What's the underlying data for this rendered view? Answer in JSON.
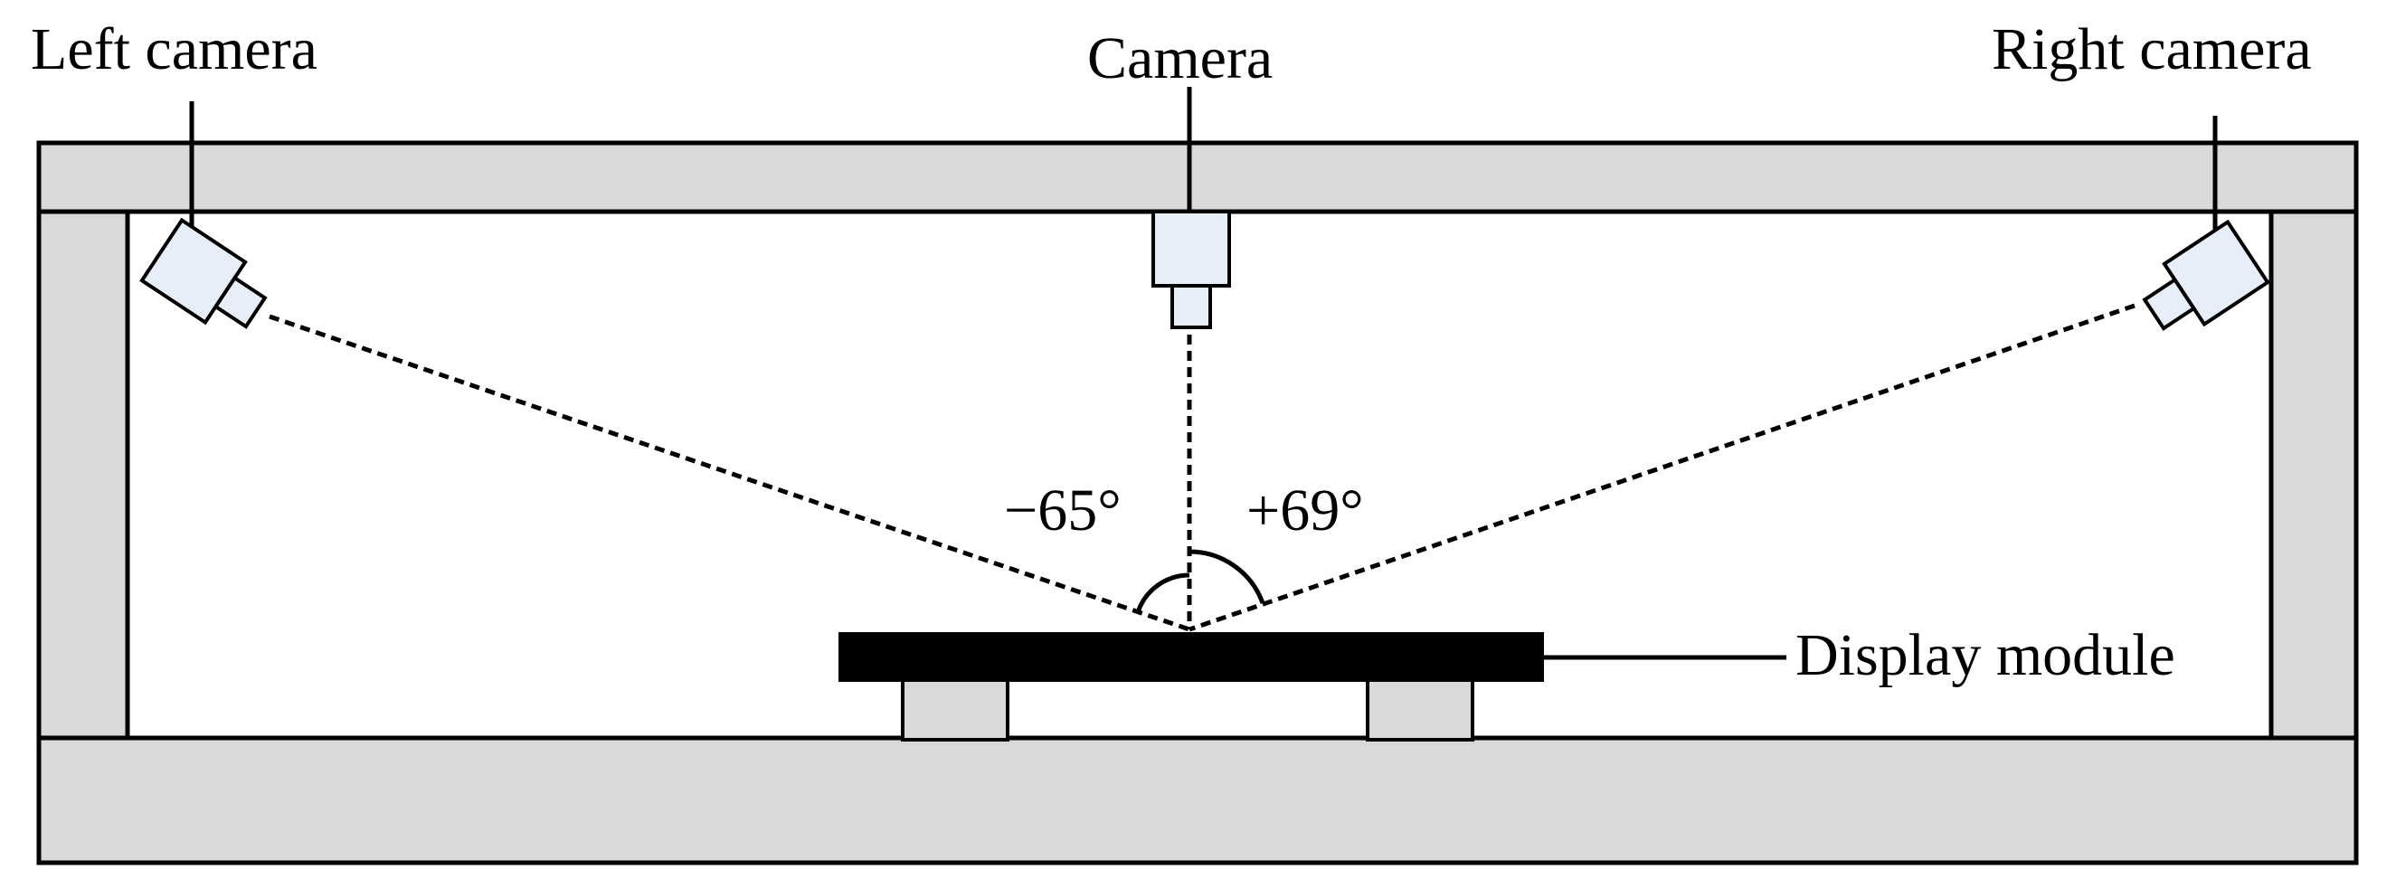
{
  "labels": {
    "left_camera": "Left camera",
    "center_camera": "Camera",
    "right_camera": "Right camera",
    "display_module": "Display module",
    "left_angle": "−65°",
    "right_angle": "+69°"
  },
  "colors": {
    "frame_fill": "#d9d9d9",
    "camera_fill": "#e8eef8",
    "display_module": "#000000"
  }
}
